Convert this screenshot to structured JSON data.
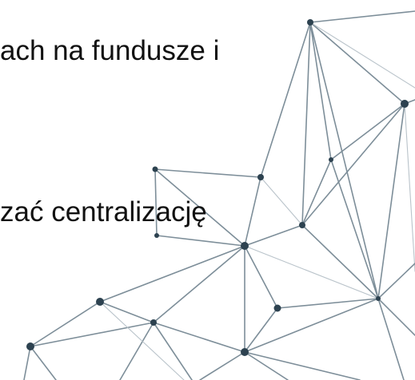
{
  "slide": {
    "text_lines": [
      "ach na fundusze i",
      "zać centralizację"
    ],
    "colors": {
      "text": "#111111",
      "network_line": "#7d8e99",
      "network_node": "#2d4250",
      "background": "#ffffff"
    },
    "decoration": {
      "icon": "polygon-network-graphic"
    }
  }
}
